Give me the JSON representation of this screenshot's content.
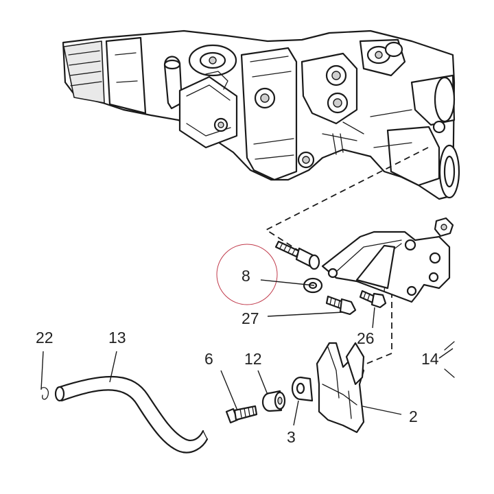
{
  "callouts": {
    "n22": "22",
    "n13": "13",
    "n8": "8",
    "n27": "27",
    "n26": "26",
    "n6": "6",
    "n12": "12",
    "n3": "3",
    "n2": "2",
    "n14": "14"
  },
  "colors": {
    "ink": "#1a1a1a",
    "highlight_circle": "#c0394a",
    "background": "#ffffff"
  }
}
